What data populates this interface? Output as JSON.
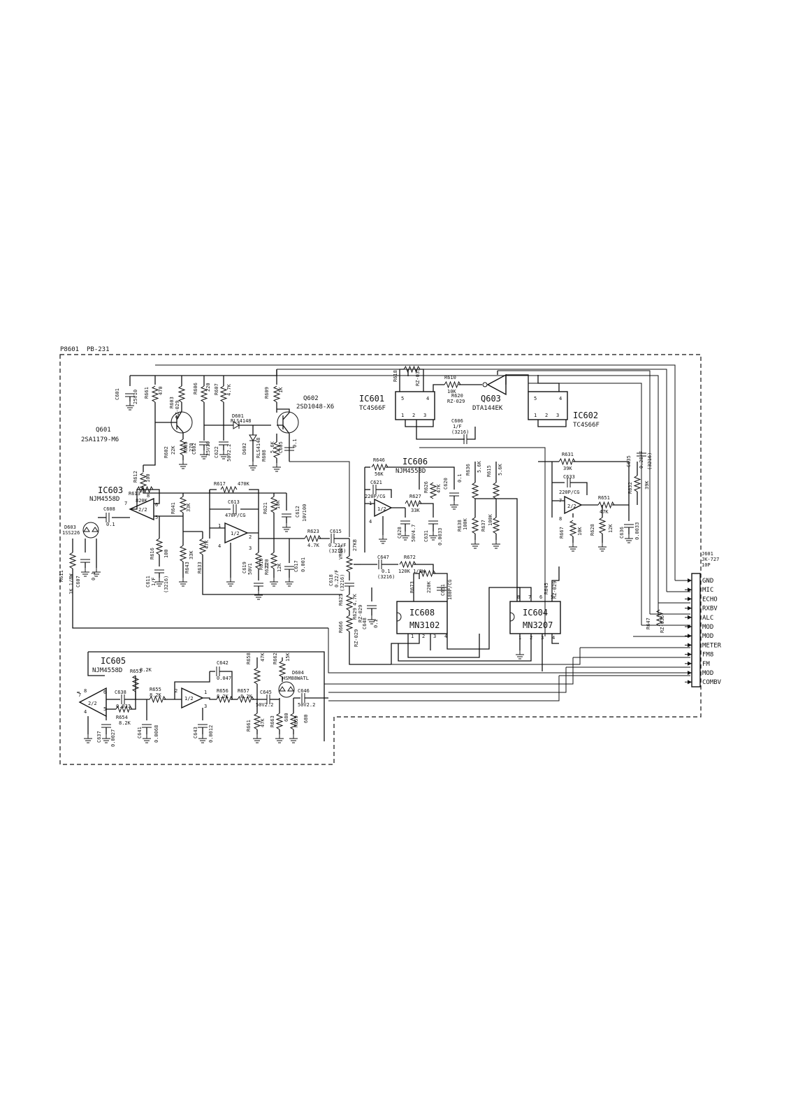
{
  "board": {
    "ref": "P8601",
    "name": "PB-231"
  },
  "transistors": [
    {
      "ref": "Q601",
      "part": "2SA1179-M6"
    },
    {
      "ref": "Q602",
      "part": "2SD1048-X6"
    },
    {
      "ref": "Q603",
      "part": "DTA144EK"
    }
  ],
  "ics": [
    {
      "ref": "IC601",
      "part": "TC4S66F"
    },
    {
      "ref": "IC602",
      "part": "TC4S66F"
    },
    {
      "ref": "IC603",
      "part": "NJM4558D"
    },
    {
      "ref": "IC604",
      "part": "MN3207"
    },
    {
      "ref": "IC605",
      "part": "NJM4558D"
    },
    {
      "ref": "IC606",
      "part": "NJM4558D"
    },
    {
      "ref": "IC608",
      "part": "MN3102"
    }
  ],
  "opamp_units": {
    "half1": "1/2",
    "half2": "2/2"
  },
  "diodes": [
    {
      "ref": "D601",
      "part": "RLS4148"
    },
    {
      "ref": "D602",
      "part": "RLS4148"
    },
    {
      "ref": "D603",
      "part": "1SS226"
    },
    {
      "ref": "D604",
      "part": "HSM88WATL"
    }
  ],
  "connector": {
    "ref": "J601",
    "part": "JK-727",
    "pins": "10P",
    "signals": [
      "GND",
      "MIC",
      "ECHO",
      "RXBV",
      "ALC",
      "MOD",
      "MOD",
      "METER",
      "FM8",
      "FM",
      "MOD",
      "COMBV"
    ]
  },
  "parts": {
    "C601": "C601",
    "C601v": "25V10",
    "R661": "R661",
    "R661v": "470",
    "R603": "R603",
    "R603v": "RZ-029",
    "R606": "R606",
    "R606v": "220",
    "R607": "R607",
    "R607v": "4.7K",
    "R609": "R609",
    "R609v": "1K",
    "R602": "R602",
    "R602v": "22K",
    "R605": "R605",
    "R605v": "270",
    "C602": "C602",
    "C602v": "25V10",
    "C622": "C622",
    "C622v": "50V2.2",
    "R608": "R608",
    "R608v": "5.6K",
    "C605": "C605",
    "C605v": "0.1",
    "R612": "R612",
    "R612v": "100",
    "R617": "R617",
    "R617v": "470K",
    "C613": "C613",
    "C613v": "470P/CG",
    "R621": "R621",
    "R621v": "10K",
    "C612": "C612",
    "C612v": "10V100",
    "R641": "R641",
    "R641v": "33K",
    "R613": "R613",
    "R613v": "820K",
    "C608": "C608",
    "C608v": "0.1",
    "R616": "R616",
    "R616v": "100",
    "C611": "C611",
    "C611v": "1/F",
    "C611p": "(3216)",
    "R643": "R643",
    "R643v": "33K",
    "R633": "R633",
    "R633v": "47K",
    "C619": "C619",
    "C619v": "50V1",
    "R619": "R619",
    "R619v": "220",
    "R622": "R622",
    "R622v": "12K",
    "C617": "C617",
    "C617v": "0.001",
    "R623": "R623",
    "R623v": "4.7K",
    "C615": "C615",
    "C615v": "0.22/F",
    "C615p": "(3216)",
    "VR601": "VR601",
    "VR601v": "27KB",
    "C618": "C618",
    "C618v": "0.22/F",
    "C618p": "(3216)",
    "R611": "R611",
    "R611v": "1K 1/8W",
    "C607": "C607",
    "C607v": "0.1",
    "R618": "R618",
    "R618v": "RZ-035",
    "R610": "R610",
    "R610v": "10K",
    "R620": "R620",
    "R620v": "RZ-029",
    "C606": "C606",
    "C606v": "1/F",
    "C606p": "(3216)",
    "R646": "R646",
    "R646v": "56K",
    "C621": "C621",
    "C621v": "220P/CG",
    "R627": "R627",
    "R627v": "33K",
    "R626": "R626",
    "R626v": "47K",
    "C620": "C620",
    "C620v": "0.1",
    "R636": "R636",
    "R636v": "5.6K",
    "R615": "R615",
    "R615v": "5.6K",
    "C628": "C628",
    "C628v": "50V4.7",
    "C631": "C631",
    "C631v": "0.0033",
    "R638": "R638",
    "R638v": "100K",
    "R637": "R637",
    "R637v": "100K",
    "R631": "R631",
    "R631v": "39K",
    "C635": "C635",
    "C635v": "0.28/F",
    "C635p": "(3216)",
    "C633": "C633",
    "C633v": "220P/CG",
    "R632": "R632",
    "R632v": "39K",
    "R651": "R651",
    "R651v": "47K",
    "R667": "R667",
    "R667v": "10K",
    "R628": "R628",
    "R628v": "12K",
    "C636": "C636",
    "C636v": "0.0033",
    "C647": "C647",
    "C647v": "0.1",
    "C647p": "(3216)",
    "R672": "R672",
    "R672v": "120K 1/8W",
    "R673": "R673",
    "R673v": "220K",
    "C651": "C651",
    "C651v": "180P/CG",
    "R645": "R645",
    "R645v": "RZ-029",
    "R625": "R625",
    "R625v": "4.7K",
    "R629": "R629",
    "R629v": "RZ-029",
    "C648": "C648",
    "C648v": "0.1",
    "R666": "R666",
    "R666v": "RZ-029",
    "R647": "R647",
    "R647v": "RZ-035",
    "R653": "R653",
    "R653v": "8.2K",
    "C638": "C638",
    "C638v": "0.033",
    "R654": "R654",
    "R654v": "8.2K",
    "C637": "C637",
    "C637v": "0.0027",
    "C641": "C641",
    "C641v": "0.0068",
    "R655": "R655",
    "R655v": "8.2K",
    "C642": "C642",
    "C642v": "0.047",
    "R656": "R656",
    "R656v": "8.2K",
    "C643": "C643",
    "C643v": "0.0012",
    "R657": "R657",
    "R657v": "8.2K",
    "R658": "R658",
    "R658v": "47K",
    "R661b": "R661",
    "R661bv": "47K",
    "R662": "R662",
    "R662v": "15K",
    "C645": "C645",
    "C645v": "50V2.2",
    "C646": "C646",
    "C646v": "50V2.2",
    "R663": "R663",
    "R663v": "680",
    "R659": "R659",
    "R659v": "680"
  },
  "pins": {
    "p1": "1",
    "p2": "2",
    "p3": "3",
    "p4": "4",
    "p5": "5",
    "p6": "6",
    "p7": "7",
    "p8": "8"
  }
}
